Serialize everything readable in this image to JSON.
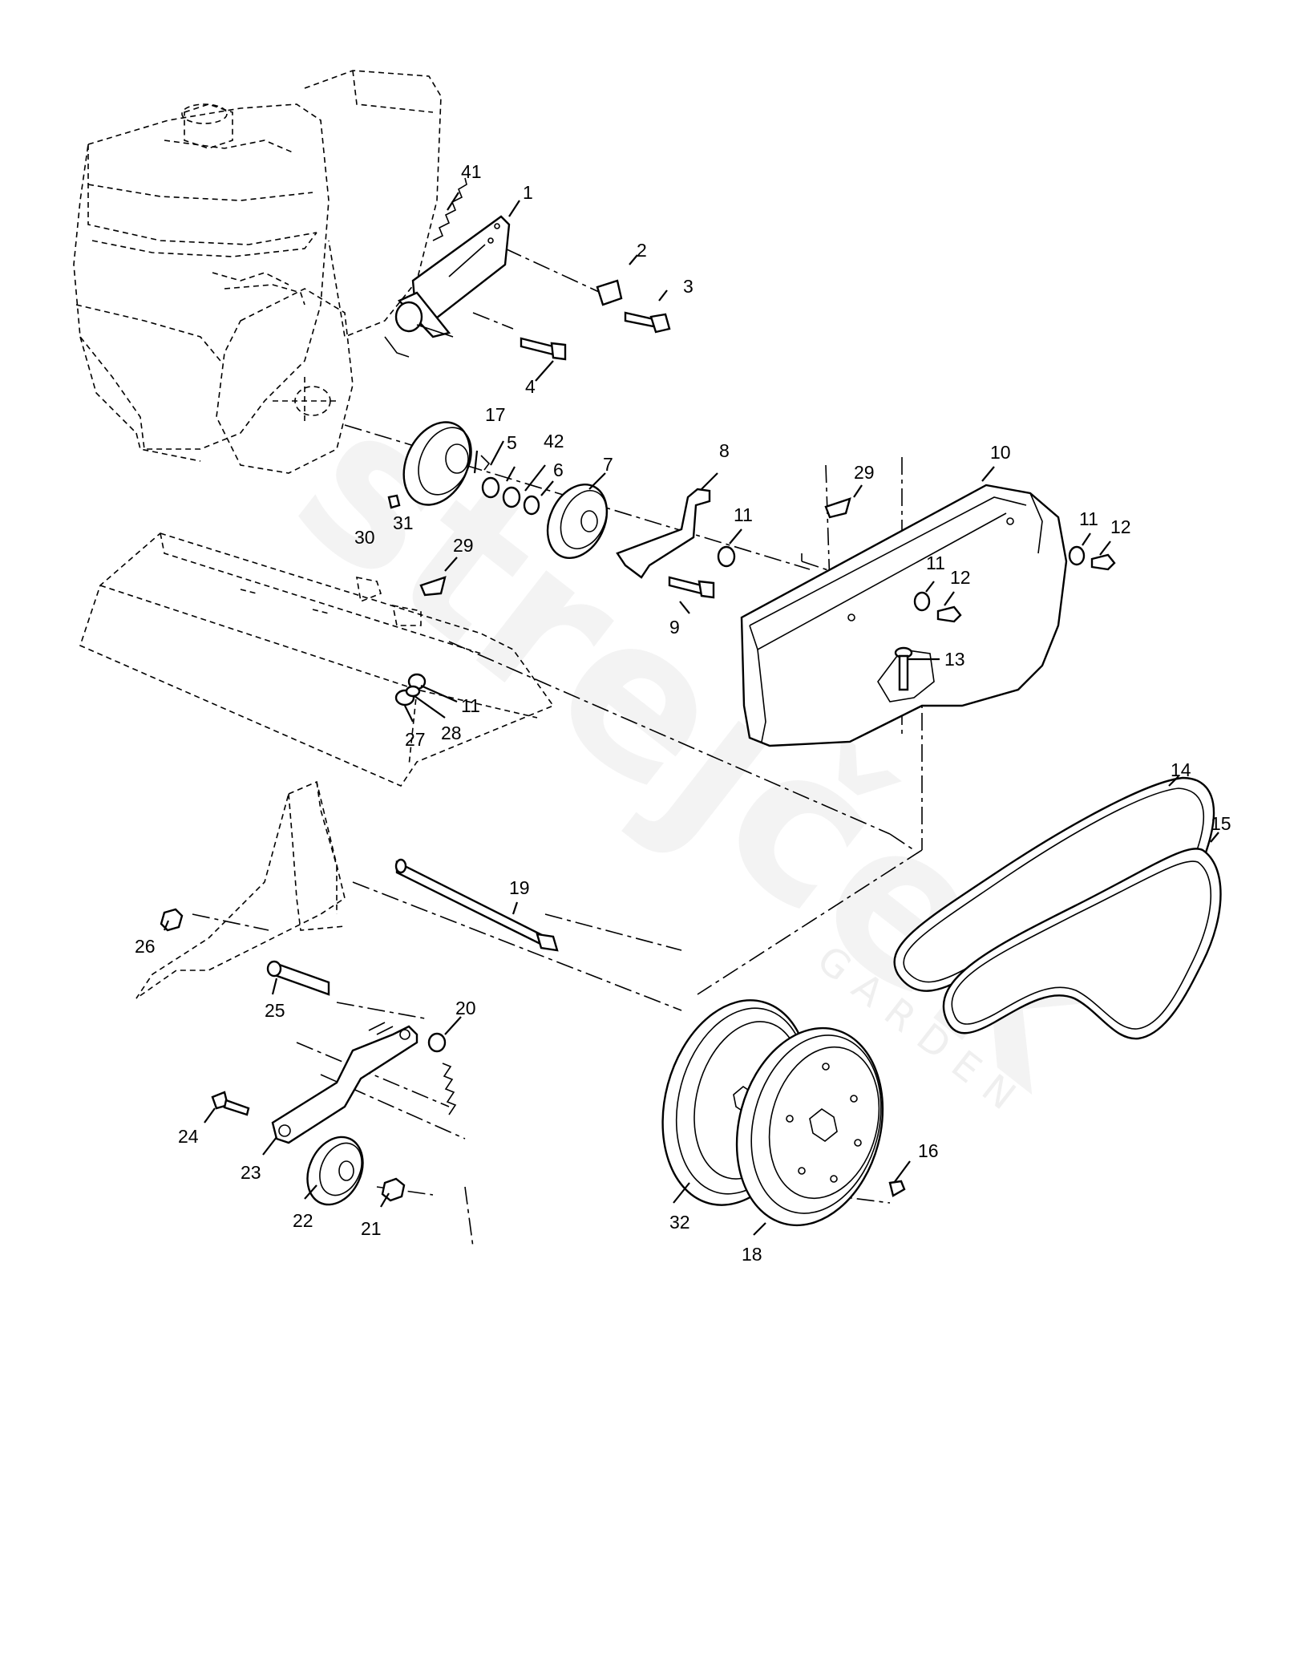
{
  "watermark": {
    "brand": "strejček",
    "sub": "GARDEN"
  },
  "callouts": {
    "p1": "1",
    "p2": "2",
    "p3": "3",
    "p4": "4",
    "p5": "5",
    "p6": "6",
    "p7": "7",
    "p8": "8",
    "p9": "9",
    "p10": "10",
    "p11a": "11",
    "p11b": "11",
    "p11c": "11",
    "p11d": "11",
    "p12a": "12",
    "p12b": "12",
    "p13": "13",
    "p14": "14",
    "p15": "15",
    "p16": "16",
    "p17": "17",
    "p18": "18",
    "p19": "19",
    "p20": "20",
    "p21": "21",
    "p22": "22",
    "p23": "23",
    "p24": "24",
    "p25": "25",
    "p26": "26",
    "p27": "27",
    "p28": "28",
    "p29a": "29",
    "p29b": "29",
    "p30": "30",
    "p31": "31",
    "p32": "32",
    "p41": "41",
    "p42": "42"
  }
}
